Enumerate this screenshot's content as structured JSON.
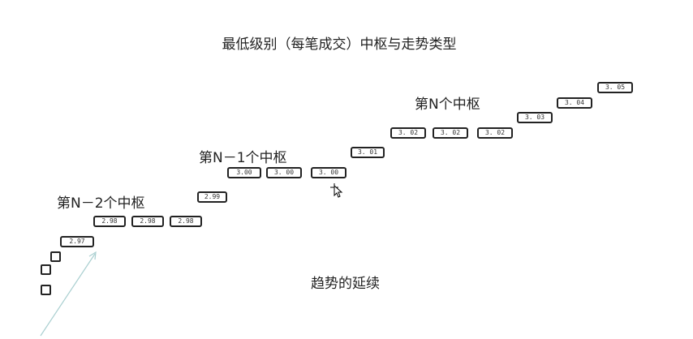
{
  "title": "最低级别（每笔成交）中枢与走势类型",
  "labels": {
    "pivot_n": "第N个中枢",
    "pivot_n1": "第N－1个中枢",
    "pivot_n2": "第N－2个中枢",
    "trend": "趋势的延续"
  },
  "prices": [
    "2.97",
    "2.98",
    "2.98",
    "2.98",
    "2.99",
    "3.00",
    "3. 00",
    "3. 00",
    "3. 01",
    "3. 02",
    "3. 02",
    "3. 02",
    "3. 03",
    "3. 04",
    "3. 05"
  ]
}
